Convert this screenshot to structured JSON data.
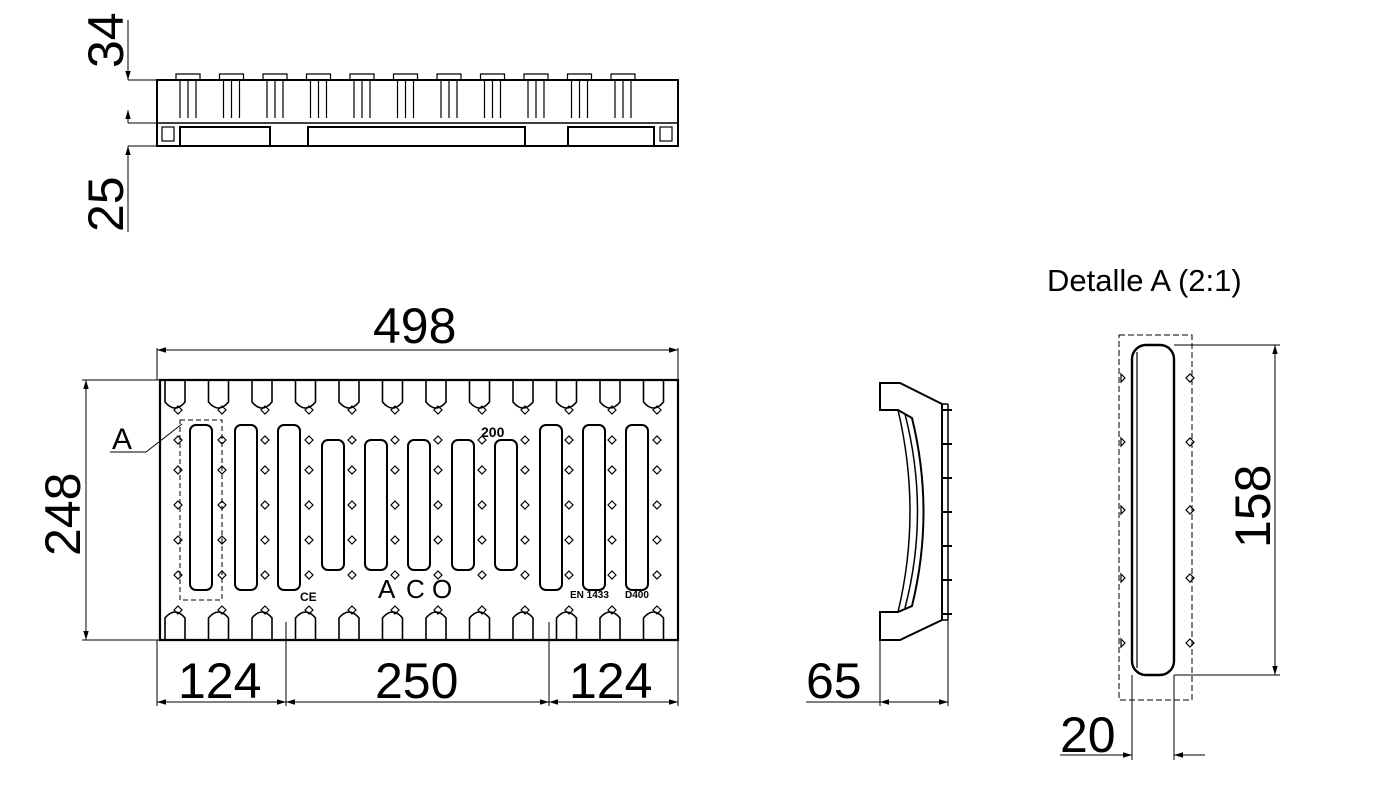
{
  "dimensions": {
    "top_height": "34",
    "bottom_height": "25",
    "overall_width": "498",
    "overall_height": "248",
    "left_segment": "124",
    "middle_segment": "250",
    "right_segment": "124",
    "side_depth": "65",
    "detail_length": "158",
    "detail_width": "20"
  },
  "detail_label": "A",
  "detail_title": "Detalle A (2:1)",
  "grate_markings": {
    "size": "200",
    "brand_letters": [
      "A",
      "C",
      "O"
    ],
    "ce_mark": "CE",
    "standard": "EN 1433",
    "load_class": "D400"
  }
}
